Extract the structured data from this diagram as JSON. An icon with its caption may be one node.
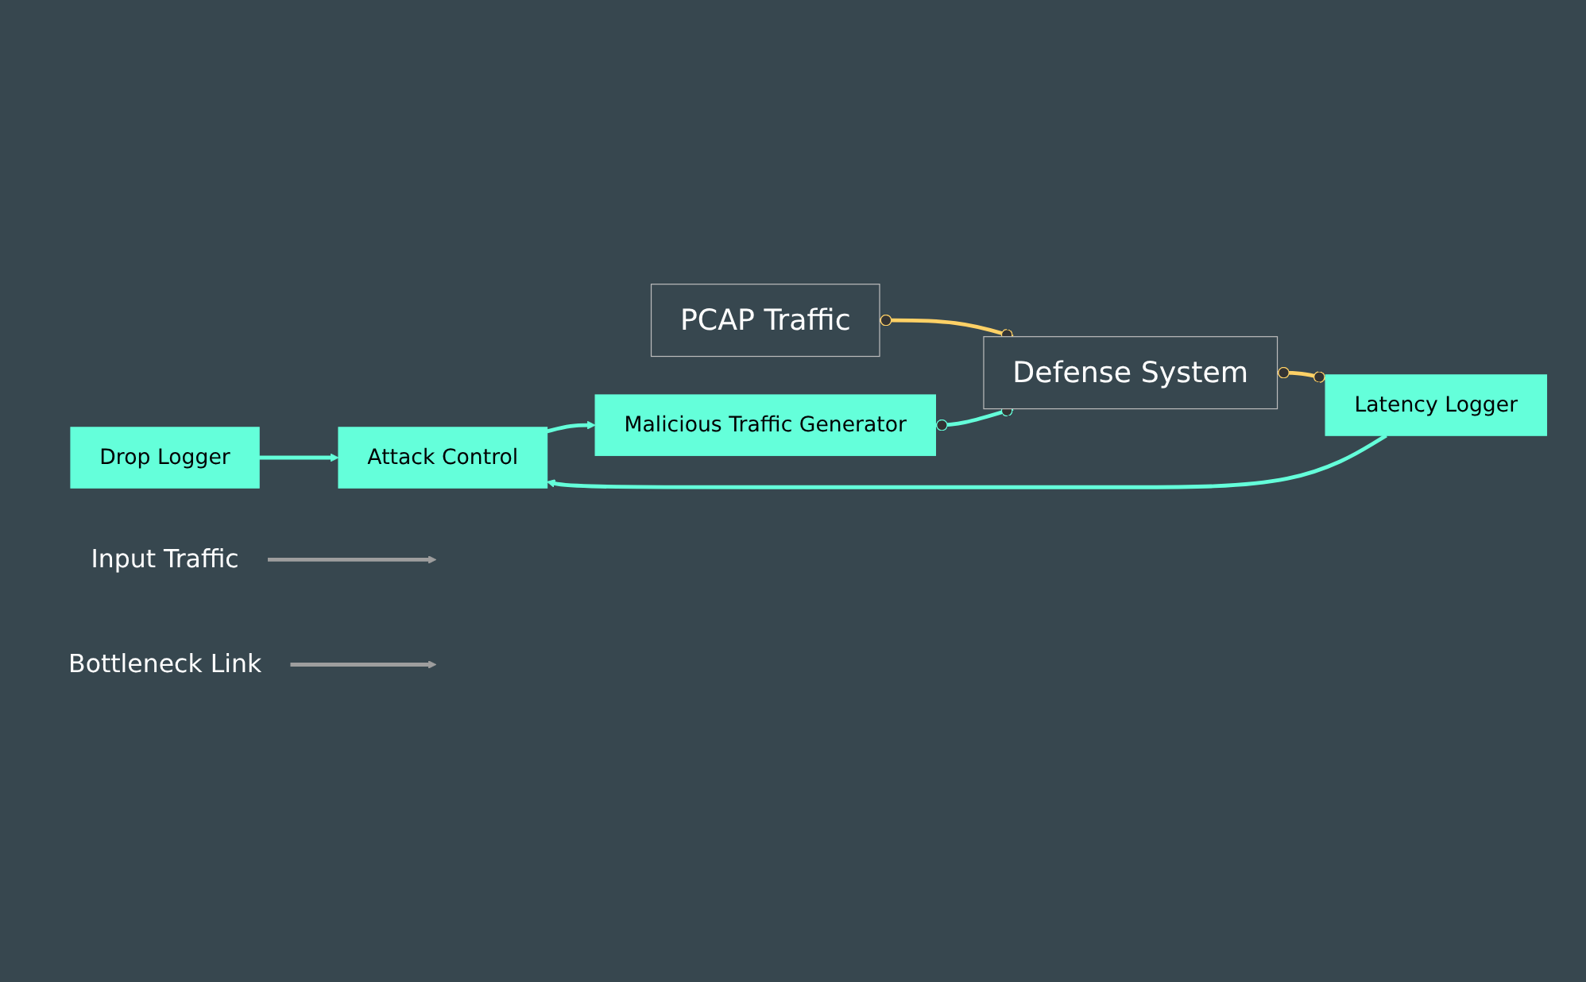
{
  "diagram": {
    "nodes": [
      {
        "text": [
          "Attack Control"
        ]
      },
      {
        "text": [
          "Malicious Traffic Generator"
        ]
      },
      {
        "text": [
          "PCAP Traffic"
        ]
      },
      {
        "text": [
          "Defense System"
        ]
      },
      {
        "text": [
          "Drop Logger"
        ]
      },
      {
        "text": [
          "Latency Logger"
        ]
      },
      {
        "text": [
          "Input Traffic"
        ]
      },
      {
        "text": [
          "Bottleneck Link"
        ]
      }
    ],
    "edges": [
      {
        "from": 0,
        "to": 1,
        "arrow": "to",
        "color": "#64ffda"
      },
      {
        "from": 4,
        "to": 0,
        "arrow": "to",
        "color": "#64ffda"
      },
      {
        "from": 5,
        "to": 0,
        "arrow": "to",
        "color": "#64ffda"
      },
      {
        "from": 2,
        "to": 3,
        "arrow": "other",
        "color": "#ffd166"
      },
      {
        "from": 1,
        "to": 3,
        "arrow": "other",
        "color": "#64ffda"
      },
      {
        "from": 3,
        "to": 5,
        "arrow": "other",
        "color": "#ffd166"
      },
      {
        "from": 6,
        "to": null,
        "arrow": "to",
        "color": "#9e9e9e"
      },
      {
        "from": 7,
        "to": null,
        "arrow": "to",
        "color": "#9e9e9e"
      }
    ]
  }
}
